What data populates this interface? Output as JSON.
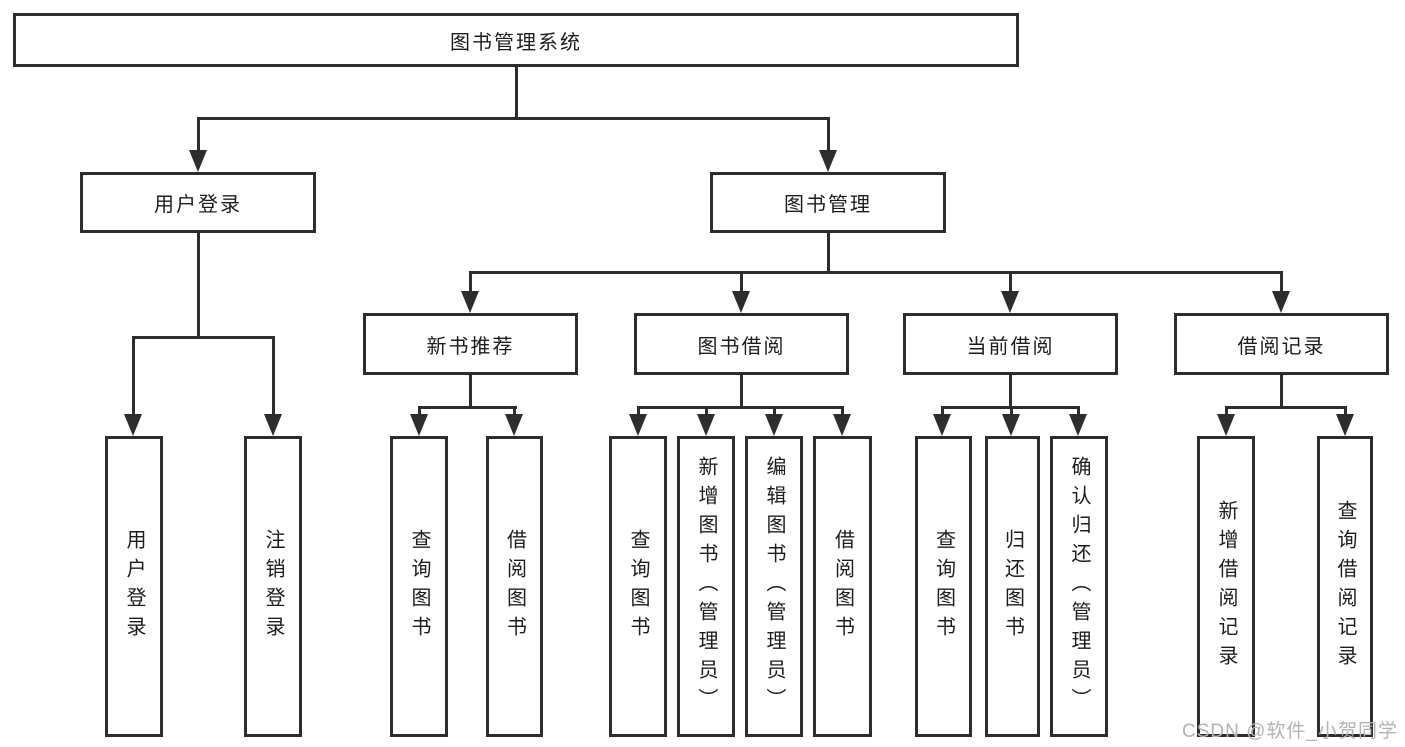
{
  "diagram": {
    "title": "图书管理系统",
    "root": {
      "label": "图书管理系统"
    },
    "level2": {
      "user_login": {
        "label": "用户登录"
      },
      "book_mgmt": {
        "label": "图书管理"
      }
    },
    "level3": {
      "new_book_rec": {
        "label": "新书推荐"
      },
      "book_borrow": {
        "label": "图书借阅"
      },
      "current_borrow": {
        "label": "当前借阅"
      },
      "borrow_record": {
        "label": "借阅记录"
      }
    },
    "leaves": {
      "user_login_leaf": {
        "label": "用户登录"
      },
      "logout_leaf": {
        "label": "注销登录"
      },
      "rec_query_book": {
        "label": "查询图书"
      },
      "rec_borrow_book": {
        "label": "借阅图书"
      },
      "bb_query_book": {
        "label": "查询图书"
      },
      "bb_add_book": {
        "label": "新增图书（管理员）"
      },
      "bb_edit_book": {
        "label": "编辑图书（管理员）"
      },
      "bb_borrow_book": {
        "label": "借阅图书"
      },
      "cb_query_book": {
        "label": "查询图书"
      },
      "cb_return_book": {
        "label": "归还图书"
      },
      "cb_confirm_return": {
        "label": "确认归还（管理员）"
      },
      "br_add_record": {
        "label": "新增借阅记录"
      },
      "br_query_record": {
        "label": "查询借阅记录"
      }
    },
    "watermark": "CSDN @软件_小贺同学",
    "colors": {
      "line": "#2d2d2d",
      "text": "#1d1d1d",
      "box_background": "#ffffff",
      "watermark": "#b3b3b3",
      "background": "#ffffff"
    }
  }
}
